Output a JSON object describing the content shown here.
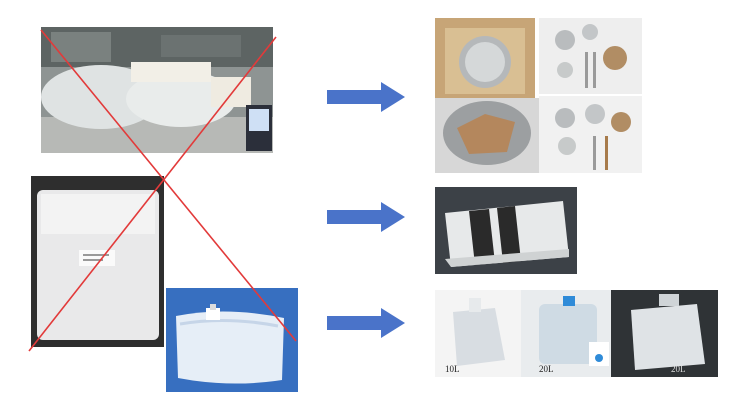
{
  "colors": {
    "arrow": "#4a73c9",
    "cross": "#e23a3a",
    "tarp_stripe": "#2a2a2a"
  },
  "photos": {
    "left_top": "plastic-wrapped-warehouse-stock-photo",
    "left_middle": "sealed-plastic-bag-photo",
    "left_bottom": "water-bag-on-blue-tarp-photo",
    "right_top": "stainless-steel-cookware-set-photos",
    "right_middle": "folded-striped-tarpaulin-photo",
    "right_bottom": "collapsible-water-containers-photo"
  },
  "icons": [
    "right-arrow-icon",
    "right-arrow-icon",
    "right-arrow-icon",
    "red-cross-mark-icon"
  ],
  "captions": {
    "container_10l": "10L",
    "container_20l_a": "20L",
    "container_20l_b": "20L"
  }
}
